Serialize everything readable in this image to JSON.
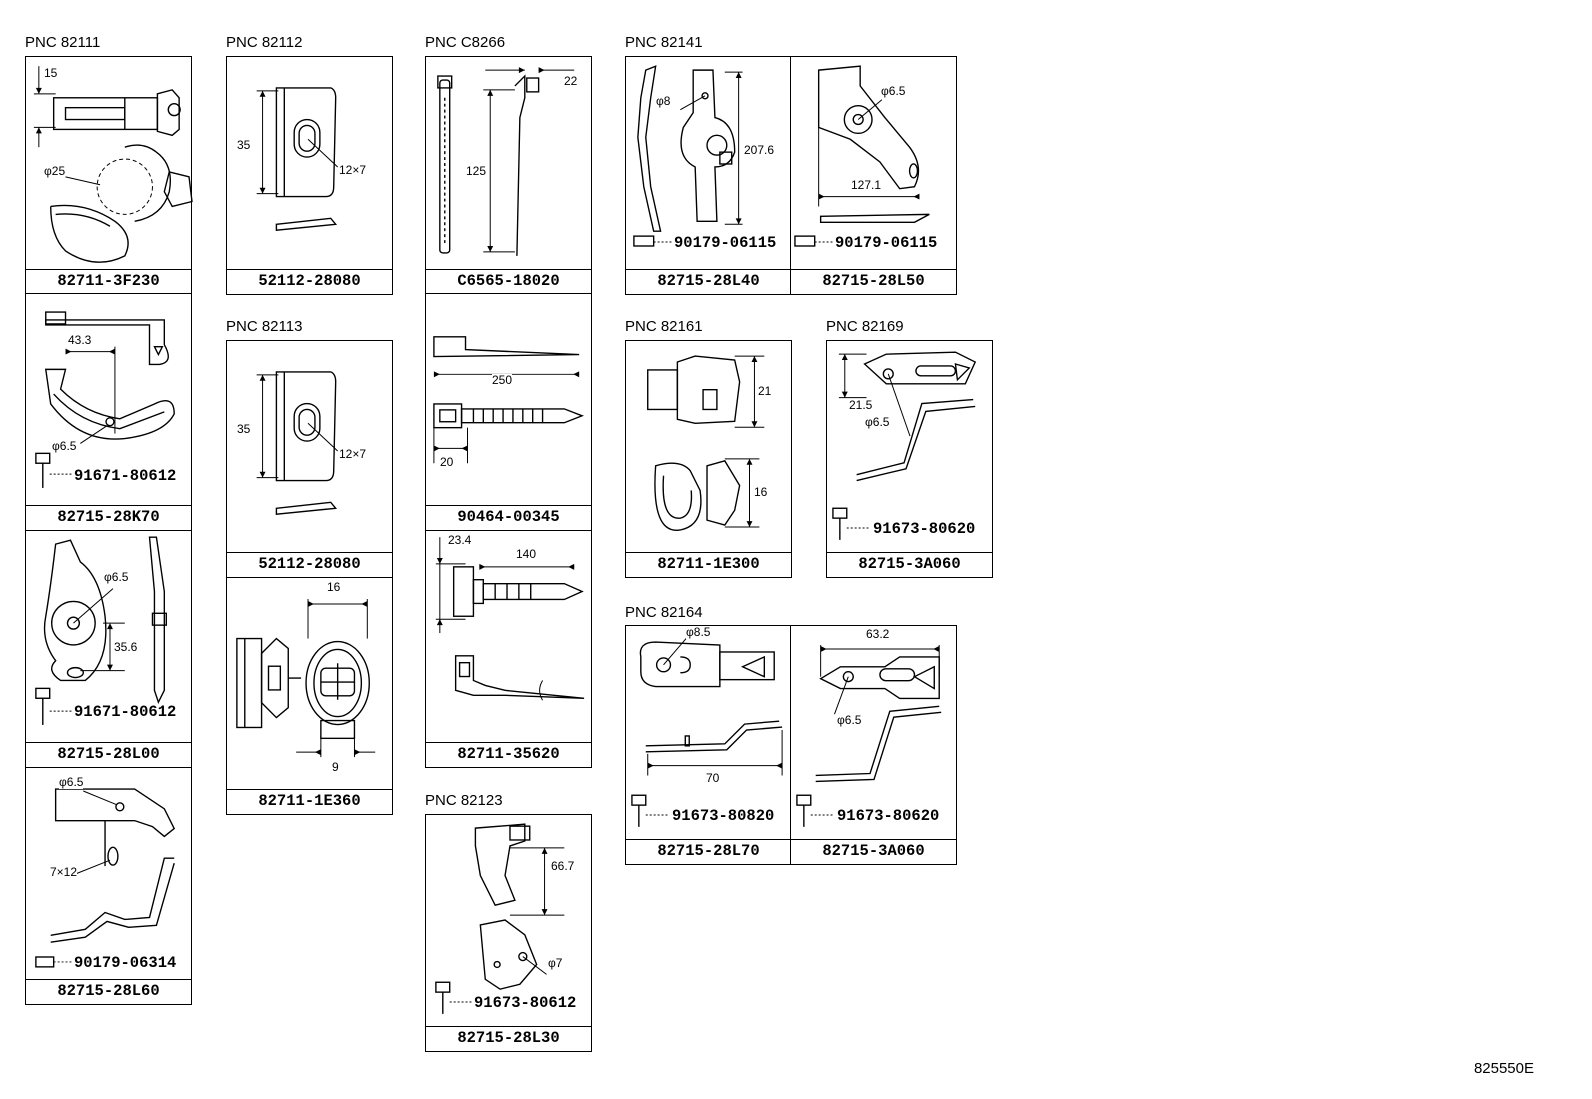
{
  "diagram_code": "825550E",
  "groups": [
    {
      "pnc": "PNC 82111"
    },
    {
      "pnc": "PNC 82112"
    },
    {
      "pnc": "PNC 82113"
    },
    {
      "pnc": "PNC C8266"
    },
    {
      "pnc": "PNC 82123"
    },
    {
      "pnc": "PNC 82141"
    },
    {
      "pnc": "PNC 82161"
    },
    {
      "pnc": "PNC 82169"
    },
    {
      "pnc": "PNC 82164"
    }
  ],
  "parts": [
    {
      "part_no": "82711-3F230",
      "dims": [
        "15",
        "φ25"
      ]
    },
    {
      "part_no": "82715-28K70",
      "dims": [
        "43.3",
        "φ6.5"
      ],
      "hardware": "91671-80612"
    },
    {
      "part_no": "82715-28L00",
      "dims": [
        "φ6.5",
        "35.6"
      ],
      "hardware": "91671-80612"
    },
    {
      "part_no": "82715-28L60",
      "dims": [
        "φ6.5",
        "7×12"
      ],
      "hardware": "90179-06314"
    },
    {
      "part_no": "52112-28080",
      "dims": [
        "35",
        "12×7"
      ]
    },
    {
      "part_no": "52112-28080",
      "dims": [
        "35",
        "12×7"
      ]
    },
    {
      "part_no": "82711-1E360",
      "dims": [
        "16",
        "9"
      ]
    },
    {
      "part_no": "C6565-18020",
      "dims": [
        "22",
        "125"
      ]
    },
    {
      "part_no": "90464-00345",
      "dims": [
        "250",
        "20"
      ]
    },
    {
      "part_no": "82711-35620",
      "dims": [
        "23.4",
        "140"
      ]
    },
    {
      "part_no": "82715-28L30",
      "dims": [
        "66.7",
        "φ7"
      ],
      "hardware": "91673-80612"
    },
    {
      "part_no": "82715-28L40",
      "dims": [
        "φ8",
        "207.6"
      ],
      "hardware": "90179-06115"
    },
    {
      "part_no": "82715-28L50",
      "dims": [
        "φ6.5",
        "127.1"
      ],
      "hardware": "90179-06115"
    },
    {
      "part_no": "82711-1E300",
      "dims": [
        "21",
        "16"
      ]
    },
    {
      "part_no": "82715-3A060",
      "dims": [
        "21.5",
        "φ6.5"
      ],
      "hardware": "91673-80620"
    },
    {
      "part_no": "82715-28L70",
      "dims": [
        "φ8.5",
        "70"
      ],
      "hardware": "91673-80820"
    },
    {
      "part_no": "82715-3A060",
      "dims": [
        "63.2",
        "φ6.5"
      ],
      "hardware": "91673-80620"
    }
  ]
}
